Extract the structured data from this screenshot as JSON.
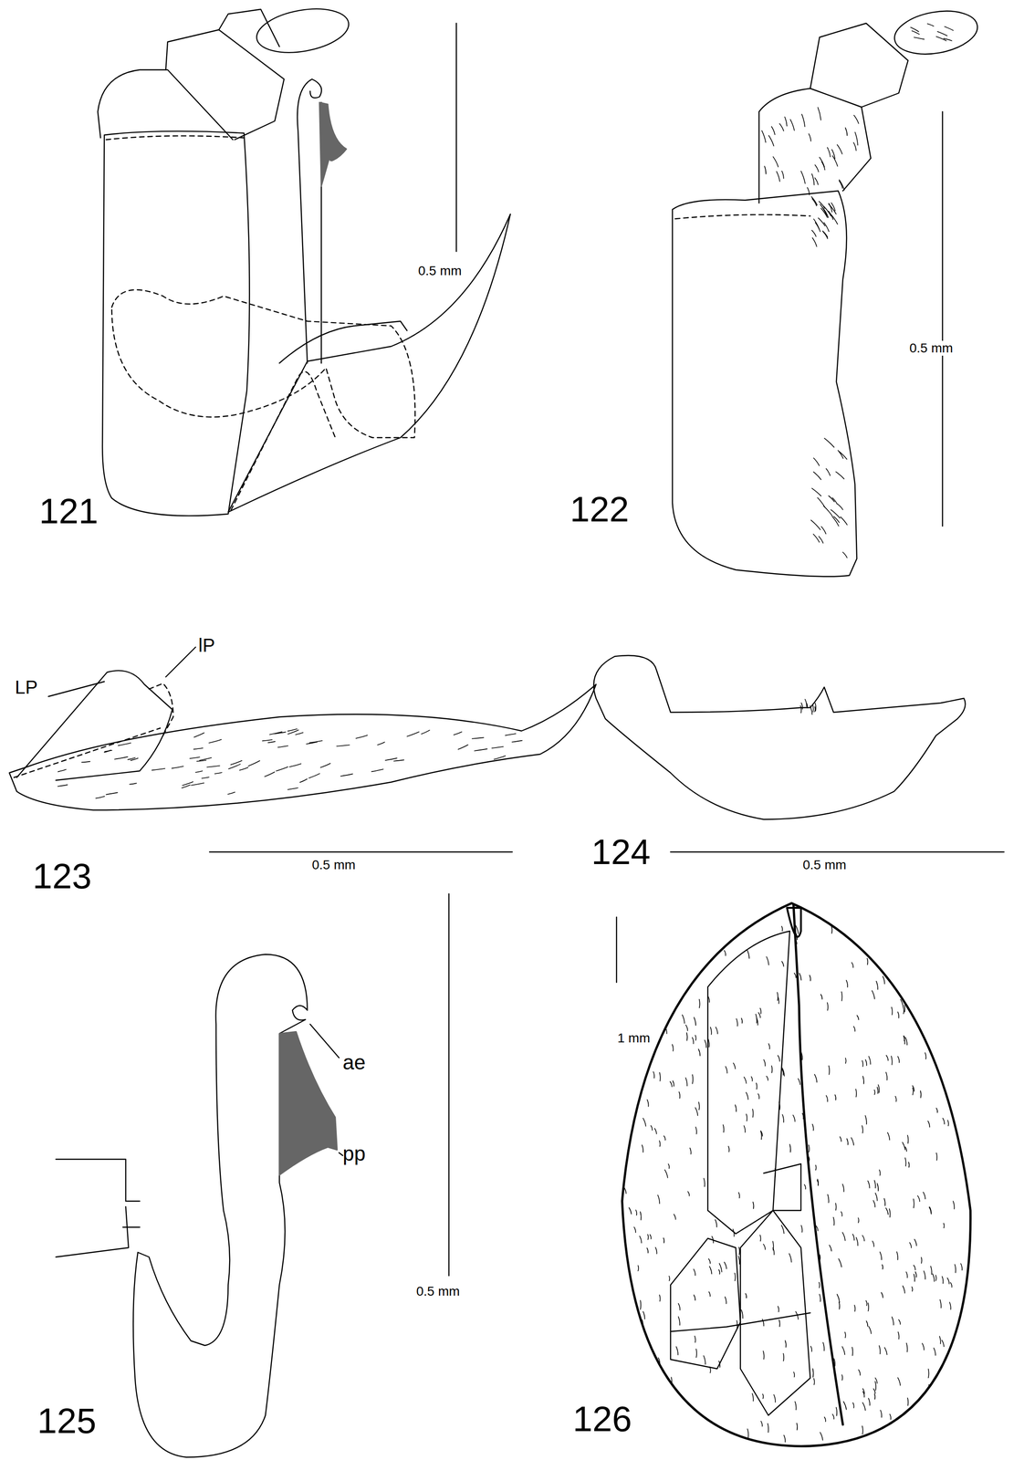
{
  "diagram": {
    "labels": [
      "121",
      "0.5 mm",
      "122",
      "0.5 mm",
      "LP",
      "lP",
      "123",
      "0.5 mm",
      "124",
      "0.5 mm",
      "ae",
      "pp",
      "0.5 mm",
      "125",
      "1 mm",
      "126"
    ]
  }
}
